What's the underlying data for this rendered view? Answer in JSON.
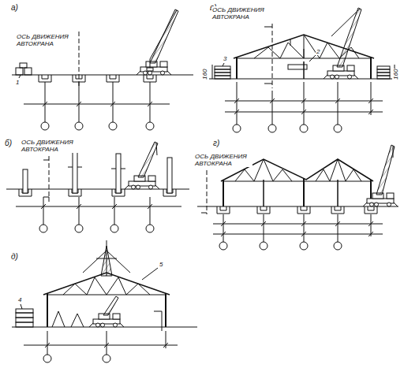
{
  "diagram": {
    "labels": [
      "а)",
      "ОСЬ ДВИЖЕНИЯ АВТОКРАНА",
      "1",
      "в)",
      "ОСЬ ДВИЖЕНИЯ АВТОКРАНА",
      "3",
      "2",
      "160",
      "160",
      "б)",
      "ОСЬ ДВИЖЕНИЯ АВТОКРАНА",
      "г)",
      "ОСЬ ДВИЖЕНИЯ АВТОКРАНА",
      "д)",
      "4",
      "5"
    ]
  }
}
